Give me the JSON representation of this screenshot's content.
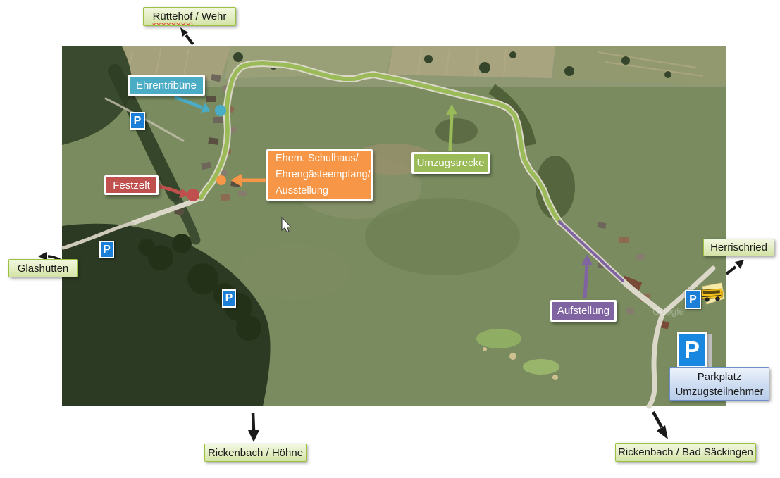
{
  "labels": {
    "ruettehof": {
      "word": "Rüttehof",
      "rest": " / Wehr"
    },
    "ehrentribuene": "Ehrentribüne",
    "umzugstrecke": "Umzugstrecke",
    "schulhaus": {
      "line1": "Ehem. Schulhaus/",
      "line2": "Ehrengästeempfang/",
      "line3": "Ausstellung"
    },
    "festzelt": "Festzelt",
    "glashuetten": "Glashütten",
    "herrischried": "Herrischried",
    "aufstellung": "Aufstellung",
    "parkplatz": {
      "line1": "Parkplatz",
      "line2": "Umzugsteilnehmer"
    },
    "rickenbach_hoehne": "Rickenbach / Höhne",
    "rickenbach_bad_saeckingen": "Rickenbach / Bad Säckingen"
  },
  "icons": {
    "parking_letter": "P",
    "parking_sign": "parking-sign-icon",
    "bus": "bus-icon",
    "cursor": "mouse-cursor"
  },
  "watermark": "Google",
  "colors": {
    "route_green": "#9BBB59",
    "lineup_purple": "#8064A2",
    "tribune_teal": "#4BACC6",
    "festzelt_red": "#C0504D",
    "schulhaus_orange": "#F79646",
    "direction_label_bg": "#E3EFC6",
    "direction_label_border": "#9BC13F",
    "parkplatz_label_bg": "#C9D9F0",
    "parkplatz_label_border": "#6D8EC9",
    "parking_sign_blue": "#1B7FD8",
    "arrow_black": "#1A1A1A",
    "road_gray": "#DBD7C9"
  }
}
